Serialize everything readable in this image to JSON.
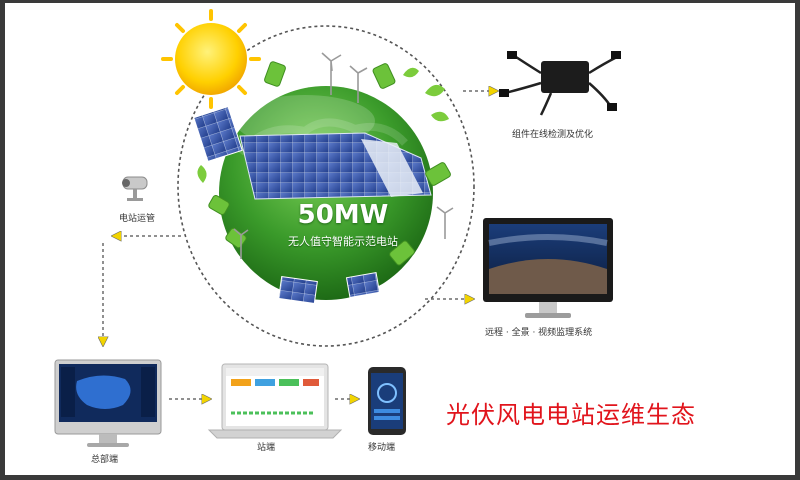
{
  "center": {
    "capacity": "50MW",
    "subtitle": "无人值守智能示范电站"
  },
  "nodes": {
    "module_monitor": "组件在线检测及优化",
    "station_ops": "电站运管",
    "video_monitor": "远程 · 全景 · 视频监理系统",
    "hq": "总部端",
    "station": "站端",
    "mobile": "移动端"
  },
  "headline": "光伏风电电站运维生态",
  "colors": {
    "accent_red": "#e1141c",
    "globe_green": "#3a9a2a",
    "arrow_gray": "#6b6b6b",
    "arrowhead_yellow": "#f2d400"
  }
}
